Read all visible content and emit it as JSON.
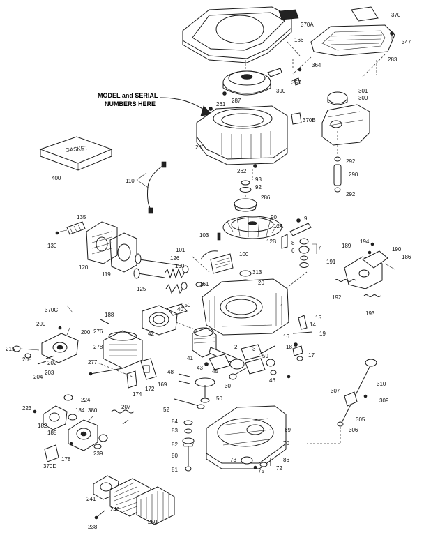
{
  "annotation": {
    "line1": "MODEL and SERIAL",
    "line2": "NUMBERS HERE"
  },
  "gasket_label": "GASKET",
  "parts": [
    {
      "ref": "370"
    },
    {
      "ref": "370A"
    },
    {
      "ref": "347"
    },
    {
      "ref": "166"
    },
    {
      "ref": "283"
    },
    {
      "ref": "364"
    },
    {
      "ref": "357"
    },
    {
      "ref": "390"
    },
    {
      "ref": "287"
    },
    {
      "ref": "261"
    },
    {
      "ref": "301"
    },
    {
      "ref": "300"
    },
    {
      "ref": "370B"
    },
    {
      "ref": "260"
    },
    {
      "ref": "262"
    },
    {
      "ref": "292"
    },
    {
      "ref": "290"
    },
    {
      "ref": "292"
    },
    {
      "ref": "400"
    },
    {
      "ref": "110"
    },
    {
      "ref": "93"
    },
    {
      "ref": "92"
    },
    {
      "ref": "286"
    },
    {
      "ref": "135"
    },
    {
      "ref": "130"
    },
    {
      "ref": "120"
    },
    {
      "ref": "119"
    },
    {
      "ref": "103"
    },
    {
      "ref": "90"
    },
    {
      "ref": "9"
    },
    {
      "ref": "12A"
    },
    {
      "ref": "12B"
    },
    {
      "ref": "8"
    },
    {
      "ref": "6"
    },
    {
      "ref": "7"
    },
    {
      "ref": "189"
    },
    {
      "ref": "194"
    },
    {
      "ref": "190"
    },
    {
      "ref": "191"
    },
    {
      "ref": "186"
    },
    {
      "ref": "101"
    },
    {
      "ref": "126"
    },
    {
      "ref": "160"
    },
    {
      "ref": "100"
    },
    {
      "ref": "313"
    },
    {
      "ref": "20"
    },
    {
      "ref": "125"
    },
    {
      "ref": "161"
    },
    {
      "ref": "150"
    },
    {
      "ref": "40"
    },
    {
      "ref": "192"
    },
    {
      "ref": "193"
    },
    {
      "ref": "370C"
    },
    {
      "ref": "188"
    },
    {
      "ref": "1"
    },
    {
      "ref": "15"
    },
    {
      "ref": "14"
    },
    {
      "ref": "19"
    },
    {
      "ref": "209"
    },
    {
      "ref": "200"
    },
    {
      "ref": "42"
    },
    {
      "ref": "215"
    },
    {
      "ref": "205"
    },
    {
      "ref": "202"
    },
    {
      "ref": "276"
    },
    {
      "ref": "278"
    },
    {
      "ref": "2"
    },
    {
      "ref": "16"
    },
    {
      "ref": "18"
    },
    {
      "ref": "17"
    },
    {
      "ref": "204"
    },
    {
      "ref": "203"
    },
    {
      "ref": "277"
    },
    {
      "ref": "41"
    },
    {
      "ref": "43"
    },
    {
      "ref": "3"
    },
    {
      "ref": "59"
    },
    {
      "ref": "48"
    },
    {
      "ref": "46"
    },
    {
      "ref": "45"
    },
    {
      "ref": "30"
    },
    {
      "ref": "169"
    },
    {
      "ref": "172"
    },
    {
      "ref": "174"
    },
    {
      "ref": "224"
    },
    {
      "ref": "50"
    },
    {
      "ref": "310"
    },
    {
      "ref": "207"
    },
    {
      "ref": "307"
    },
    {
      "ref": "309"
    },
    {
      "ref": "223"
    },
    {
      "ref": "184"
    },
    {
      "ref": "380"
    },
    {
      "ref": "52"
    },
    {
      "ref": "305"
    },
    {
      "ref": "182"
    },
    {
      "ref": "185"
    },
    {
      "ref": "84"
    },
    {
      "ref": "83"
    },
    {
      "ref": "69"
    },
    {
      "ref": "306"
    },
    {
      "ref": "82"
    },
    {
      "ref": "70"
    },
    {
      "ref": "178"
    },
    {
      "ref": "239"
    },
    {
      "ref": "370D"
    },
    {
      "ref": "80"
    },
    {
      "ref": "73"
    },
    {
      "ref": "86"
    },
    {
      "ref": "75"
    },
    {
      "ref": "72"
    },
    {
      "ref": "81"
    },
    {
      "ref": "241"
    },
    {
      "ref": "246"
    },
    {
      "ref": "250"
    },
    {
      "ref": "238"
    }
  ]
}
